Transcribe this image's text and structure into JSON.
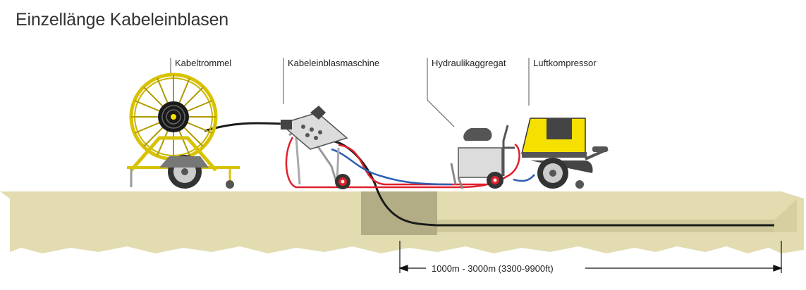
{
  "title": "Einzellänge Kabeleinblasen",
  "labels": {
    "drum": "Kabeltrommel",
    "machine": "Kabeleinblasmaschine",
    "hydraulic": "Hydraulikaggregat",
    "compressor": "Luftkompressor"
  },
  "dimension": "1000m - 3000m (3300-9900ft)",
  "colors": {
    "ground": "#e2dcb0",
    "trench": "#b3ad86",
    "yellow": "#f5e000",
    "hose_red": "#e0202a",
    "hose_blue": "#2d5fb5",
    "cable": "#1a1a1a",
    "machine_gray": "#dcdcdc"
  }
}
